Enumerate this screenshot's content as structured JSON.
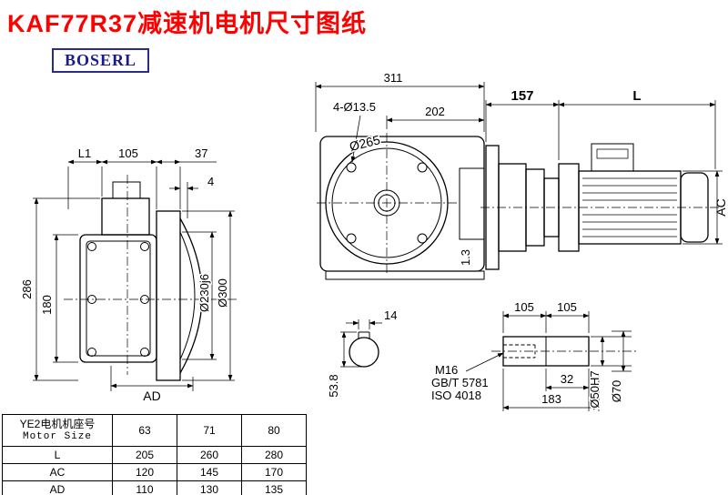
{
  "page": {
    "title": "KAF77R37减速机电机尺寸图纸",
    "logo": "BOSERL"
  },
  "dims": {
    "v311": "311",
    "holes": "4-Ø13.5",
    "v202": "202",
    "v157": "157",
    "motorL": "L",
    "dia265": "Ø265",
    "ac": "AC",
    "onept3": "1.3",
    "l1": "L1",
    "v105": "105",
    "v37": "37",
    "v4": "4",
    "v286": "286",
    "v180": "180",
    "dia230": "Ø230j6",
    "dia300": "Ø300",
    "ad": "AD",
    "v14": "14",
    "v53_8": "53.8",
    "v105a": "105",
    "v105b": "105",
    "m16": "M16",
    "gbt": "GB/T 5781",
    "iso": "ISO 4018",
    "v32": "32",
    "v183": "183",
    "dia50": "Ø50H7",
    "dia70": "Ø70"
  },
  "table": {
    "header": {
      "label_cn": "YE2电机机座号",
      "label_en": "Motor Size",
      "sizes": [
        "63",
        "71",
        "80"
      ]
    },
    "rows": [
      {
        "label": "L",
        "values": [
          "205",
          "260",
          "280"
        ]
      },
      {
        "label": "AC",
        "values": [
          "120",
          "145",
          "170"
        ]
      },
      {
        "label": "AD",
        "values": [
          "110",
          "130",
          "135"
        ]
      }
    ]
  }
}
